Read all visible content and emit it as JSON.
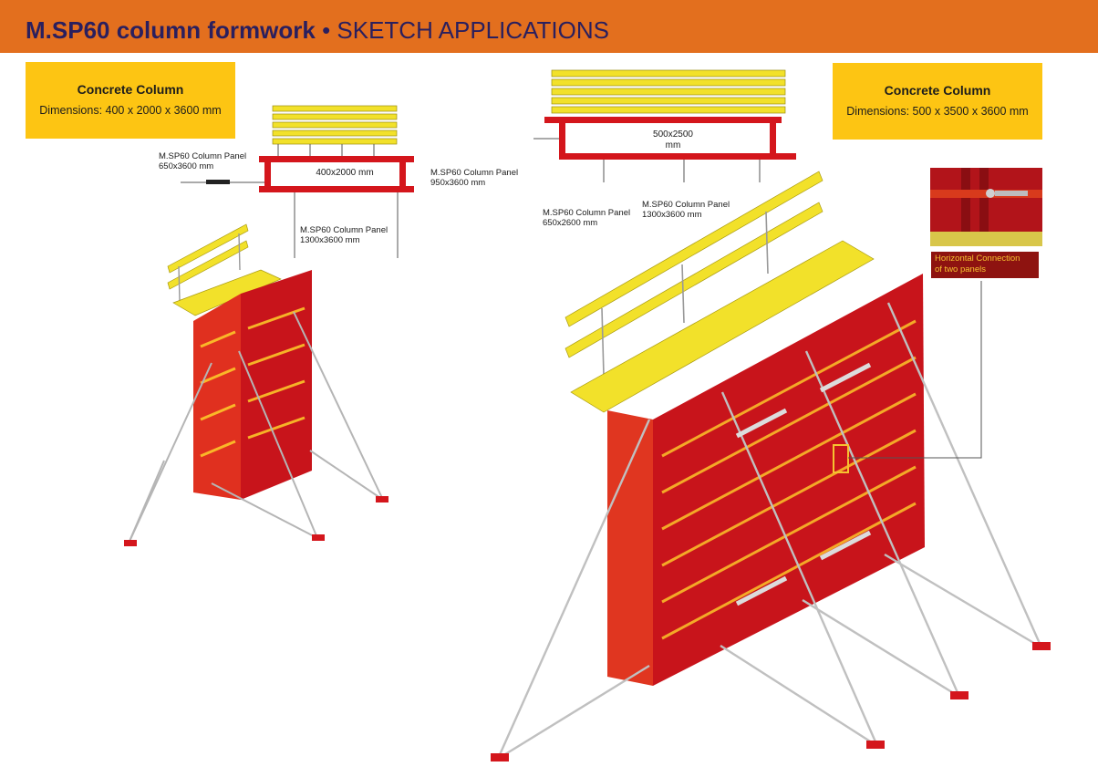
{
  "header": {
    "title_bold": "M.SP60 column formwork",
    "title_rest": " • SKETCH APPLICATIONS"
  },
  "left_box": {
    "title": "Concrete Column",
    "dimensions": "Dimensions: 400 x 2000 x 3600 mm"
  },
  "right_box": {
    "title": "Concrete Column",
    "dimensions": "Dimensions: 500 x 3500 x 3600 mm"
  },
  "left_plan": {
    "center_dim": "400x2000 mm",
    "panel_a_name": "M.SP60 Column Panel",
    "panel_a_size": "650x3600 mm",
    "panel_b_name": "M.SP60 Column Panel",
    "panel_b_size": "950x3600 mm",
    "panel_c_name": "M.SP60 Column Panel",
    "panel_c_size": "1300x3600 mm"
  },
  "right_plan": {
    "center_dim_line1": "500x2500",
    "center_dim_line2": "mm",
    "panel_a_name": "M.SP60 Column Panel",
    "panel_a_size": "650x2600 mm",
    "panel_b_name": "M.SP60 Column Panel",
    "panel_b_size": "1300x3600 mm"
  },
  "callout": {
    "line1": "Horizontal Connection",
    "line2": "of two panels"
  },
  "colors": {
    "header": "#e36f1e",
    "box": "#fdc513",
    "formwork_red": "#d4161c",
    "deck_yellow": "#f2e12a",
    "title_navy": "#2a1f5e"
  }
}
